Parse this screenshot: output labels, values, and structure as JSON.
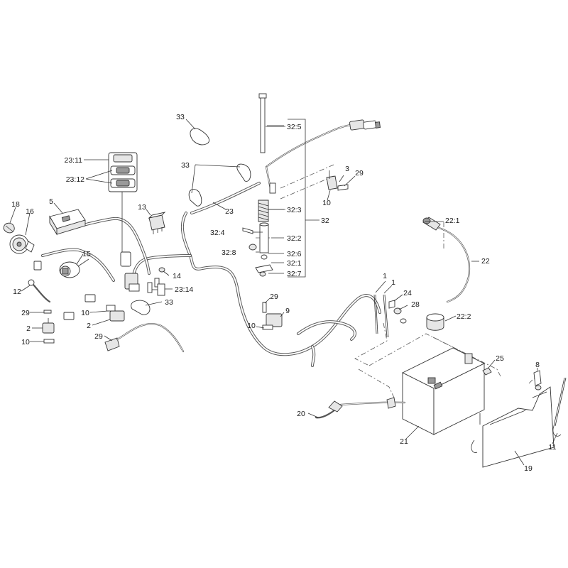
{
  "callouts": {
    "c1": "18",
    "c2": "16",
    "c3": "5",
    "c4": "23:11",
    "c5": "23:12",
    "c6": "13",
    "c7": "15",
    "c8": "12",
    "c9": "14",
    "c10": "23:14",
    "c11": "33",
    "c12": "29",
    "c13": "10",
    "c14": "2",
    "c15": "2",
    "c16": "10",
    "c17": "29",
    "c18": "33",
    "c19": "33",
    "c20": "23",
    "c21": "32:5",
    "c22": "32:3",
    "c23": "32:4",
    "c24": "32:2",
    "c25": "32:8",
    "c26": "32:6",
    "c27": "32:1",
    "c28": "32:7",
    "c29": "32",
    "c30": "3",
    "c31": "29",
    "c32": "10",
    "c33": "29",
    "c34": "9",
    "c35": "10",
    "c36": "1",
    "c37": "1",
    "c38": "24",
    "c39": "28",
    "c40": "22:1",
    "c41": "22",
    "c42": "22:2",
    "c43": "25",
    "c44": "8",
    "c45": "20",
    "c46": "21",
    "c47": "19",
    "c48": "11"
  }
}
